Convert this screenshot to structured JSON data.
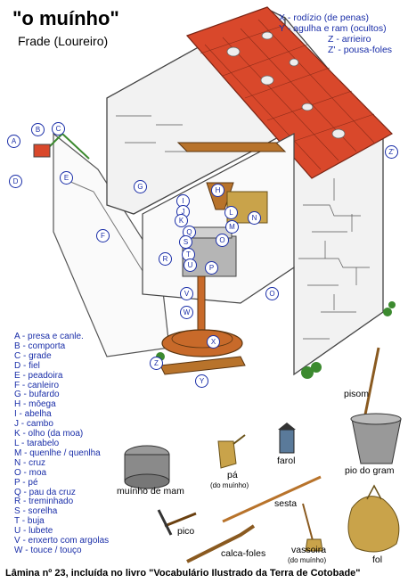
{
  "title": "\"o muínho\"",
  "subtitle": "Frade (Loureiro)",
  "right_key": [
    "X - rodízio (de penas)",
    "Y - agulha e ram (ocultos)",
    "Z - arrieiro",
    "Z' - pousa-foles"
  ],
  "legend": [
    "A - presa e canle.",
    "B - comporta",
    "C - grade",
    "D - fiel",
    "E - peadoira",
    "F - canleiro",
    "G - bufardo",
    "H - mōega",
    "I - abelha",
    "J - cambo",
    "K - olho (da moa)",
    "L - tarabelo",
    "M - quenlhe / quenlha",
    "N - cruz",
    "O - moa",
    "P - pé",
    "Q - pau da cruz",
    "R - treminhado",
    "S - sorelha",
    "T - buja",
    "U - lubete",
    "V - enxerto com argolas",
    "W - touce / touço"
  ],
  "badges": {
    "A": "A",
    "B": "B",
    "C": "C",
    "D": "D",
    "E": "E",
    "F": "F",
    "G": "G",
    "H": "H",
    "I": "I",
    "J": "J",
    "K": "K",
    "L": "L",
    "M": "M",
    "N": "N",
    "O": "O",
    "P": "P",
    "Q": "Q",
    "R": "R",
    "S": "S",
    "T": "T",
    "U": "U",
    "V": "V",
    "W": "W",
    "X": "X",
    "Y": "Y",
    "Z": "Z",
    "Zp": "Z'"
  },
  "tools": {
    "pisom": "pisom",
    "pio": "pio do gram",
    "farol": "farol",
    "pa": "pá",
    "pa_sub": "(do muínho)",
    "muinho": "muínho de mam",
    "sesta": "sesta",
    "pico": "pico",
    "calca": "calca-foles",
    "vassoira": "vassoira",
    "vassoira_sub": "(do muínho)",
    "fol": "fol"
  },
  "caption": "Lâmina nº 23, incluída no livro  \"Vocabulário Ilustrado da Terra de Cotobade\"",
  "colors": {
    "roof": "#d9482b",
    "wall": "#f2f2f2",
    "stone_line": "#555555",
    "label_blue": "#1a2ea8",
    "wood": "#b8732b",
    "wheel": "#c86a2a",
    "grass": "#3c8a2f",
    "straw": "#c9a34a"
  }
}
